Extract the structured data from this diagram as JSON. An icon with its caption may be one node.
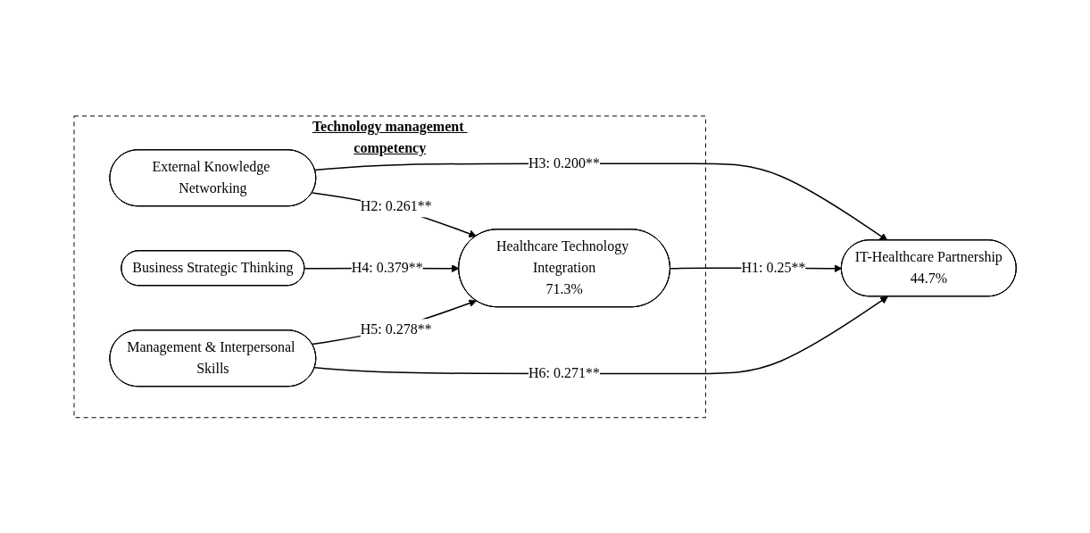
{
  "diagram": {
    "nodes": [
      {
        "text": [
          "Technology management competency"
        ]
      },
      {
        "text": [
          "External Knowledge Networking"
        ],
        "in": 0
      },
      {
        "text": [
          "Business Strategic Thinking"
        ],
        "in": 0
      },
      {
        "text": [
          "Management & Interpersonal Skills"
        ],
        "in": 0
      },
      {
        "text": [
          "Healthcare Technology Integration",
          "71.3%"
        ],
        "in": 0
      },
      {
        "text": [
          "IT-Healthcare Partnership",
          "44.7%"
        ]
      }
    ],
    "edges": [
      {
        "from": 1,
        "to": 5,
        "arrow": "to",
        "label": "H3: 0.200**"
      },
      {
        "from": 1,
        "to": 4,
        "arrow": "to",
        "label": "H2: 0.261**"
      },
      {
        "from": 2,
        "to": 4,
        "arrow": "to",
        "label": "H4: 0.379**"
      },
      {
        "from": 3,
        "to": 4,
        "arrow": "to",
        "label": "H5: 0.278**"
      },
      {
        "from": 4,
        "to": 5,
        "arrow": "to",
        "label": "H1: 0.25**"
      },
      {
        "from": 3,
        "to": 5,
        "arrow": "to",
        "label": "H6: 0.271**"
      }
    ]
  }
}
